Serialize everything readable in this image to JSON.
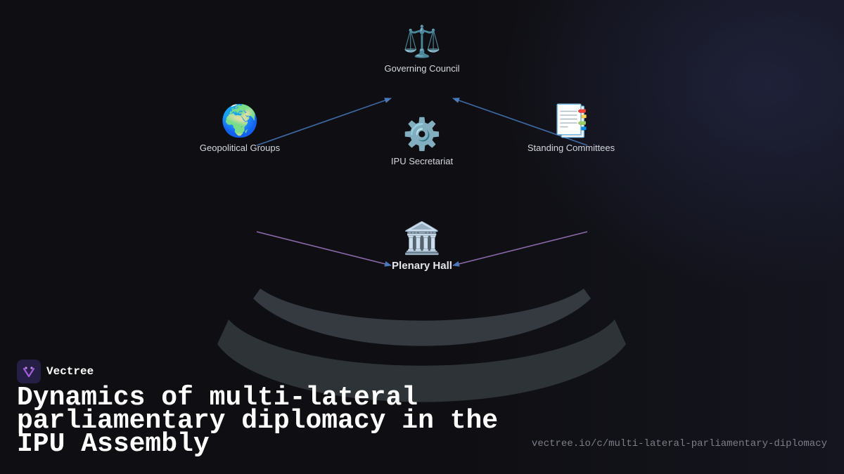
{
  "diagram": {
    "nodes": [
      {
        "id": "governing-council",
        "icon": "scales-icon",
        "glyph": "⚖️",
        "label": "Governing Council"
      },
      {
        "id": "geopolitical-groups",
        "icon": "globe-icon",
        "glyph": "🌍",
        "label": "Geopolitical Groups"
      },
      {
        "id": "ipu-secretariat",
        "icon": "gear-icon",
        "glyph": "⚙️",
        "label": "IPU Secretariat"
      },
      {
        "id": "standing-committees",
        "icon": "bookmark-tabs-icon",
        "glyph": "📑",
        "label": "Standing Committees"
      },
      {
        "id": "plenary-hall",
        "icon": "classical-building-icon",
        "glyph": "🏛️",
        "label": "Plenary Hall"
      }
    ],
    "edges": [
      {
        "from": "geopolitical-groups",
        "to": "governing-council"
      },
      {
        "from": "standing-committees",
        "to": "governing-council"
      },
      {
        "from": "geopolitical-groups",
        "to": "plenary-hall"
      },
      {
        "from": "standing-committees",
        "to": "plenary-hall"
      }
    ]
  },
  "colors": {
    "edge_upper": "#3f6aa6",
    "edge_lower": "#8a6aa8",
    "arrowhead": "#4a78b8",
    "arc": "#343a40",
    "background": "#0f0f13"
  },
  "brand": {
    "name": "Vectree",
    "logo_icon": "vectree-logo-icon"
  },
  "title": "Dynamics of multi-lateral parliamentary diplomacy in the IPU Assembly",
  "url": "vectree.io/c/multi-lateral-parliamentary-diplomacy"
}
